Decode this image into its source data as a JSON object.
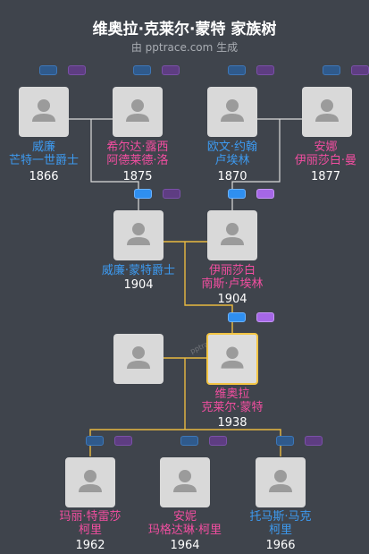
{
  "header": {
    "title": "维奥拉·克莱尔·蒙特 家族树",
    "subtitle": "由 pptrace.com 生成"
  },
  "watermark": "pptrace",
  "colors": {
    "background": "#3f444c",
    "male_name": "#3d9af0",
    "female_name": "#f24ea0",
    "highlight_line": "#e9b940",
    "plain_line": "#dcdcdc"
  },
  "people": {
    "william_sr": {
      "name1": "威廉",
      "name2": "芒特一世爵士",
      "year": "1866",
      "gender": "male"
    },
    "hilda": {
      "name1": "希尔达·露西",
      "name2": "阿德莱德·洛",
      "year": "1875",
      "gender": "female"
    },
    "edwin": {
      "name1": "欧文·约翰",
      "name2": "卢埃林",
      "year": "1870",
      "gender": "male"
    },
    "anna": {
      "name1": "安娜",
      "name2": "伊丽莎白·曼",
      "year": "1877",
      "gender": "female"
    },
    "william": {
      "name1": "威廉·蒙特爵士",
      "name2": "",
      "year": "1904",
      "gender": "male"
    },
    "elizabeth": {
      "name1": "伊丽莎白",
      "name2": "南斯·卢埃林",
      "year": "1904",
      "gender": "female"
    },
    "viola": {
      "name1": "维奥拉",
      "name2": "克莱尔·蒙特",
      "year": "1938",
      "gender": "female"
    },
    "mary": {
      "name1": "玛丽·特雷莎",
      "name2": "柯里",
      "year": "1962",
      "gender": "female"
    },
    "annie": {
      "name1": "安妮",
      "name2": "玛格达琳·柯里",
      "year": "1964",
      "gender": "female"
    },
    "thomas": {
      "name1": "托马斯·马克",
      "name2": "柯里",
      "year": "1966",
      "gender": "male"
    }
  }
}
